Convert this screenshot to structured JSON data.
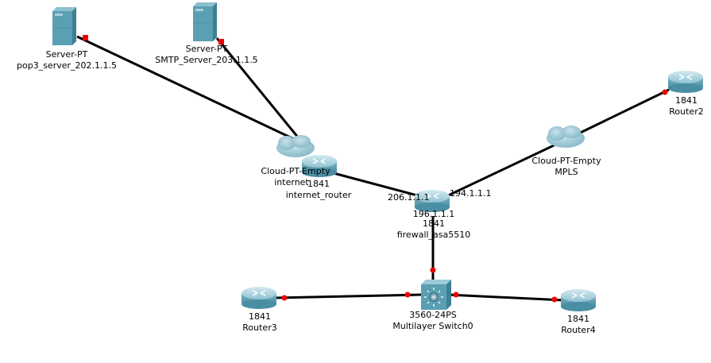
{
  "devices": [
    {
      "id": "pop3",
      "type": "server",
      "model": "Server-PT",
      "name": "pop3_server_202.1.1.5"
    },
    {
      "id": "smtp",
      "type": "server",
      "model": "Server-PT",
      "name": "SMTP_Server_203.1.1.5"
    },
    {
      "id": "cloud_internet",
      "type": "cloud",
      "model": "Cloud-PT-Empty",
      "name": "internet"
    },
    {
      "id": "internet_router",
      "type": "router",
      "model": "1841",
      "name": "internet_router"
    },
    {
      "id": "firewall",
      "type": "router",
      "model": "1841",
      "name": "firewall_asa5510"
    },
    {
      "id": "cloud_mpls",
      "type": "cloud",
      "model": "Cloud-PT-Empty",
      "name": "MPLS"
    },
    {
      "id": "router2",
      "type": "router",
      "model": "1841",
      "name": "Router2"
    },
    {
      "id": "switch0",
      "type": "multilayer-switch",
      "model": "3560-24PS",
      "name": "Multilayer Switch0"
    },
    {
      "id": "router3",
      "type": "router",
      "model": "1841",
      "name": "Router3"
    },
    {
      "id": "router4",
      "type": "router",
      "model": "1841",
      "name": "Router4"
    }
  ],
  "interface_labels": {
    "fw_to_internet": "206.1.1.1",
    "fw_to_mpls": "194.1.1.1",
    "fw_to_switch": "196.1.1.1"
  },
  "links": [
    {
      "from": "pop3",
      "to": "cloud_internet"
    },
    {
      "from": "smtp",
      "to": "cloud_internet"
    },
    {
      "from": "internet_router",
      "to": "firewall"
    },
    {
      "from": "firewall",
      "to": "cloud_mpls"
    },
    {
      "from": "cloud_mpls",
      "to": "router2"
    },
    {
      "from": "firewall",
      "to": "switch0"
    },
    {
      "from": "switch0",
      "to": "router3"
    },
    {
      "from": "switch0",
      "to": "router4"
    }
  ],
  "colors": {
    "link": "#000000",
    "port_down": "#ee0000",
    "device_body": "#5b9fb3",
    "device_dark": "#3d7f93"
  }
}
